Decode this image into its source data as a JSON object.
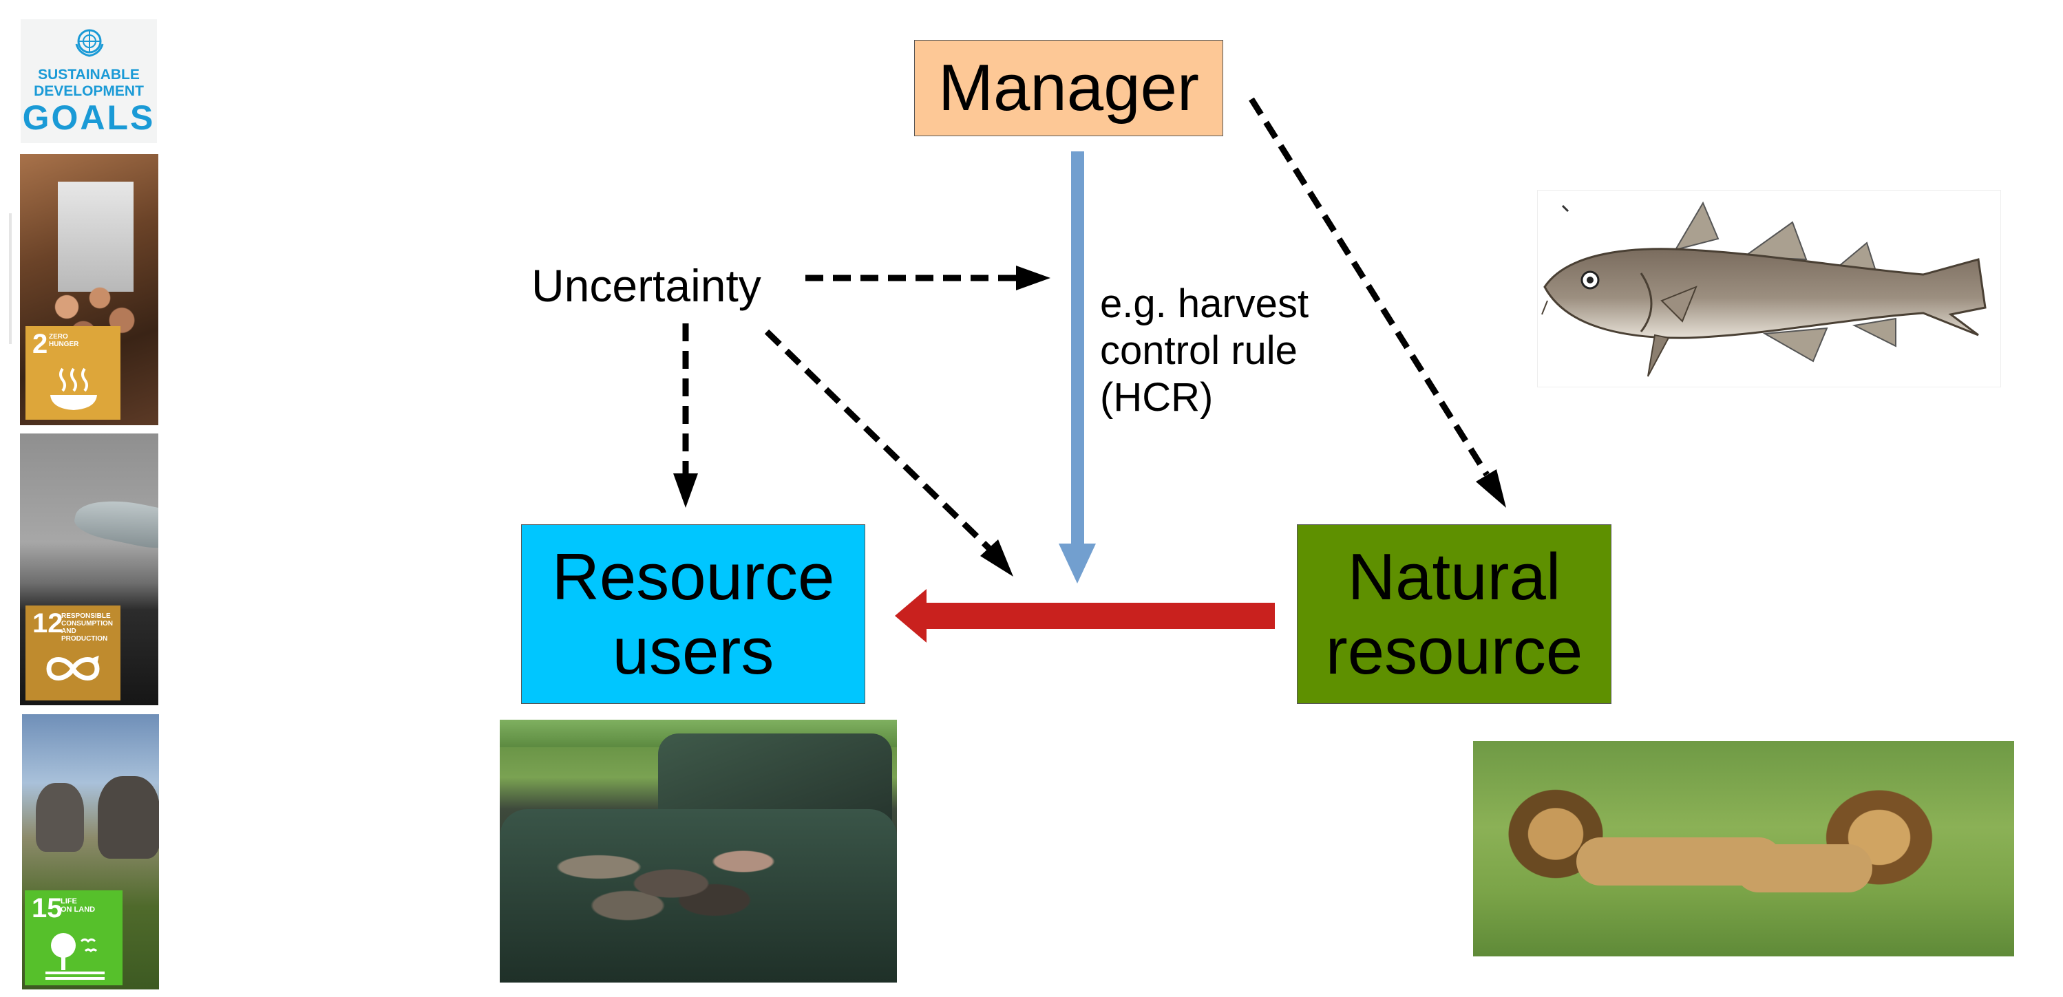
{
  "sdg_logo": {
    "line1": "SUSTAINABLE",
    "line2": "DEVELOPMENT",
    "line3": "GOALS"
  },
  "sdg_tiles": [
    {
      "number": "2",
      "title": "ZERO\nHUNGER",
      "color": "#dda63a"
    },
    {
      "number": "12",
      "title": "RESPONSIBLE\nCONSUMPTION\nAND PRODUCTION",
      "color": "#bf8b2e"
    },
    {
      "number": "15",
      "title": "LIFE\nON LAND",
      "color": "#56c02b"
    }
  ],
  "nodes": {
    "manager": {
      "label": "Manager",
      "color": "#fdc896"
    },
    "resource_users": {
      "line1": "Resource",
      "line2": "users",
      "color": "#00c6ff"
    },
    "natural_resource": {
      "line1": "Natural",
      "line2": "resource",
      "color": "#5e9000"
    },
    "uncertainty": {
      "label": "Uncertainty"
    }
  },
  "hcr_label": {
    "line1": "e.g. harvest",
    "line2": "control rule",
    "line3": "(HCR)"
  },
  "colors": {
    "hcr_arrow": "#729fcf",
    "harvest_arrow": "#c9211e",
    "dashed": "#000000"
  },
  "photos": [
    "fish-illustration",
    "harvested-birds",
    "lions",
    "hungry-children",
    "beached-whale",
    "elephants"
  ]
}
